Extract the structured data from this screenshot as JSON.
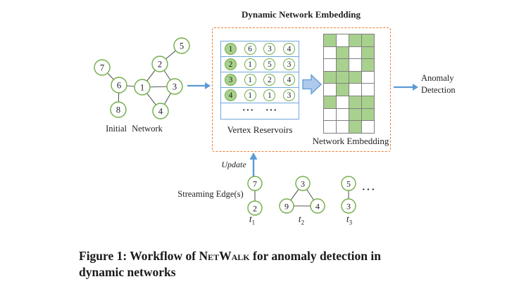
{
  "colors": {
    "node_stroke": "#70AD47",
    "filled_node": "#A9D18E",
    "green_cell": "#A9D18E",
    "grid_border": "#7F7F7F",
    "table_border": "#6FA8DC",
    "arrow_blue": "#5B9BD5",
    "block_arrow_fill": "#AEC9EC",
    "dashed_orange": "#ED7D31",
    "edge_gray": "#595959",
    "text": "#1F1F1F"
  },
  "embedding_box": {
    "title": "Dynamic Network Embedding"
  },
  "initial_network": {
    "label": "Initial Network",
    "nodes": [
      "5",
      "2",
      "7",
      "6",
      "1",
      "3",
      "8",
      "4"
    ],
    "edges": [
      [
        "5",
        "2"
      ],
      [
        "2",
        "1"
      ],
      [
        "2",
        "3"
      ],
      [
        "7",
        "6"
      ],
      [
        "6",
        "1"
      ],
      [
        "6",
        "8"
      ],
      [
        "1",
        "3"
      ],
      [
        "1",
        "4"
      ],
      [
        "3",
        "4"
      ]
    ]
  },
  "reservoirs": {
    "label": "Vertex Reservoirs",
    "rows": [
      [
        "1",
        "6",
        "3",
        "4"
      ],
      [
        "2",
        "1",
        "5",
        "3"
      ],
      [
        "3",
        "1",
        "2",
        "4"
      ],
      [
        "4",
        "1",
        "1",
        "3"
      ]
    ],
    "dots": [
      "···",
      "···"
    ]
  },
  "embedding": {
    "label": "Network Embedding",
    "pattern": [
      "1011",
      "0101",
      "0101",
      "1110",
      "0100",
      "1011",
      "0011",
      "0010"
    ]
  },
  "output": {
    "line1": "Anomaly",
    "line2": "Detection"
  },
  "streaming": {
    "label": "Streaming Edge(s)",
    "update_label": "Update",
    "snapshots": [
      {
        "time_label": "t",
        "time_sub": "1",
        "nodes": [
          "7",
          "2"
        ],
        "edges": [
          [
            "7",
            "2"
          ]
        ]
      },
      {
        "time_label": "t",
        "time_sub": "2",
        "nodes": [
          "3",
          "9",
          "4"
        ],
        "edges": [
          [
            "3",
            "9"
          ],
          [
            "3",
            "4"
          ],
          [
            "9",
            "4"
          ]
        ]
      },
      {
        "time_label": "t",
        "time_sub": "3",
        "nodes": [
          "5",
          "3"
        ],
        "edges": [
          [
            "5",
            "3"
          ]
        ]
      }
    ],
    "ellipsis": "···"
  },
  "caption": {
    "line1_prefix": "Figure 1: Workflow of ",
    "brand": "NetWalk",
    "line1_suffix": " for anomaly detection in",
    "line2": "dynamic networks"
  }
}
